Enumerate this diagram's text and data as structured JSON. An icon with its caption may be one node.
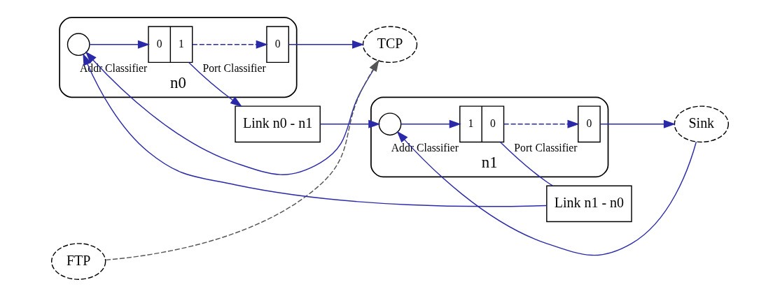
{
  "diagram": {
    "nodes": [
      {
        "text": [
          "n0"
        ]
      },
      {
        "text": [],
        "shape": "circle",
        "in": 0
      },
      {
        "text": [
          "0",
          "1"
        ],
        "beside": [
          "Addr Classifier"
        ],
        "in": 0
      },
      {
        "text": [
          "0"
        ],
        "beside": [
          "Port Classifier"
        ],
        "in": 0
      },
      {
        "text": [
          "TCP"
        ]
      },
      {
        "text": [
          "FTP"
        ]
      },
      {
        "text": [
          "Link n0 - n1"
        ]
      },
      {
        "text": [
          "n1"
        ]
      },
      {
        "text": [],
        "shape": "circle",
        "in": 7
      },
      {
        "text": [
          "1",
          "0"
        ],
        "beside": [
          "Addr Classifier"
        ],
        "in": 7
      },
      {
        "text": [
          "0"
        ],
        "beside": [
          "Port Classifier"
        ],
        "in": 7
      },
      {
        "text": [
          "Sink"
        ]
      },
      {
        "text": [
          "Link n1 - n0"
        ]
      }
    ],
    "edges": [
      {
        "from": 5,
        "to": 4,
        "arrow": "to",
        "style": "dashed",
        "color": "#555555"
      },
      {
        "from": 4,
        "to": 1,
        "arrow": "to"
      },
      {
        "from": 1,
        "to": 2,
        "arrow": "to"
      },
      {
        "from": 2,
        "to": 3,
        "arrow": "to",
        "style": "dashed"
      },
      {
        "from": 3,
        "to": 4,
        "arrow": "to"
      },
      {
        "from": 2,
        "to": 6,
        "arrow": "to"
      },
      {
        "from": 6,
        "to": 8,
        "arrow": "to"
      },
      {
        "from": 8,
        "to": 9,
        "arrow": "to"
      },
      {
        "from": 9,
        "to": 10,
        "arrow": "to",
        "style": "dashed"
      },
      {
        "from": 10,
        "to": 11,
        "arrow": "to"
      },
      {
        "from": 11,
        "to": 8,
        "arrow": "to"
      },
      {
        "from": 9,
        "to": 12,
        "arrow": "none"
      },
      {
        "from": 12,
        "to": 1,
        "arrow": "to"
      }
    ]
  }
}
